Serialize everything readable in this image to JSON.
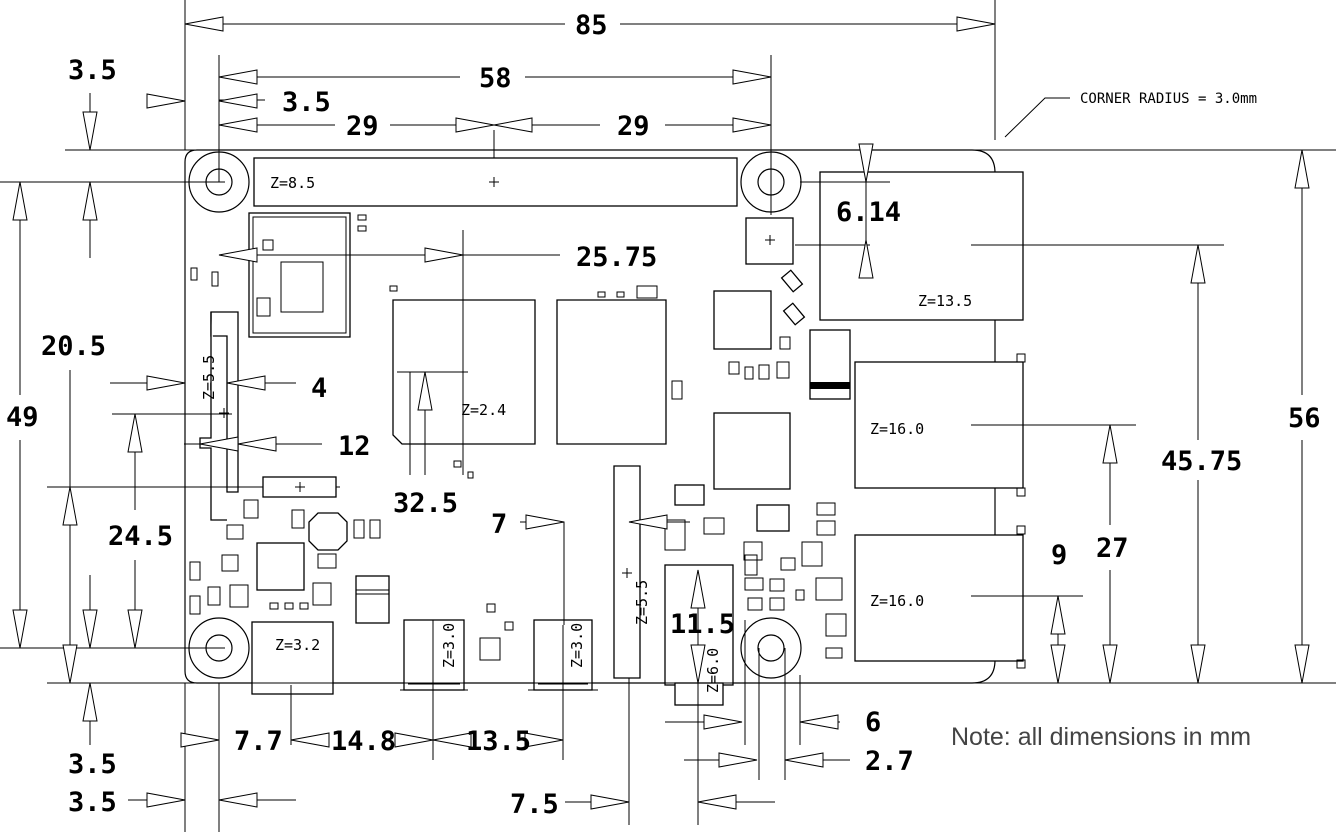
{
  "dimensions": {
    "board_width": "85",
    "hole_span": "58",
    "half_left": "29",
    "half_right": "29",
    "top_edge_offset": "3.5",
    "hole_offset_x": "3.5",
    "ribbon_offset": "25.75",
    "usb_c_offset": "6.14",
    "board_height_inner": "49",
    "height_20_5": "20.5",
    "height_24_5": "24.5",
    "connector_width": "4",
    "connector_pos": "12",
    "soc_center": "32.5",
    "audio_offset": "7",
    "eth_height": "45.75",
    "board_height": "56",
    "usb_center": "27",
    "usb_gap": "9",
    "usb_inner": "11.5",
    "bottom_3_5a": "3.5",
    "bottom_3_5b": "3.5",
    "x_7_7": "7.7",
    "x_14_8": "14.8",
    "x_13_5": "13.5",
    "x_7_5": "7.5",
    "x_6": "6",
    "x_2_7": "2.7"
  },
  "z_labels": {
    "gpio": "Z=8.5",
    "usb_c": "Z=13.5",
    "soc": "Z=2.4",
    "display_left": "Z=5.5",
    "usb_top": "Z=16.0",
    "usb_bottom": "Z=16.0",
    "camera": "Z=5.5",
    "power": "Z=3.2",
    "hdmi_left": "Z=3.0",
    "hdmi_right": "Z=3.0",
    "audio": "Z=6.0"
  },
  "corner_radius": "CORNER RADIUS = 3.0mm",
  "note": "Note: all dimensions in mm"
}
